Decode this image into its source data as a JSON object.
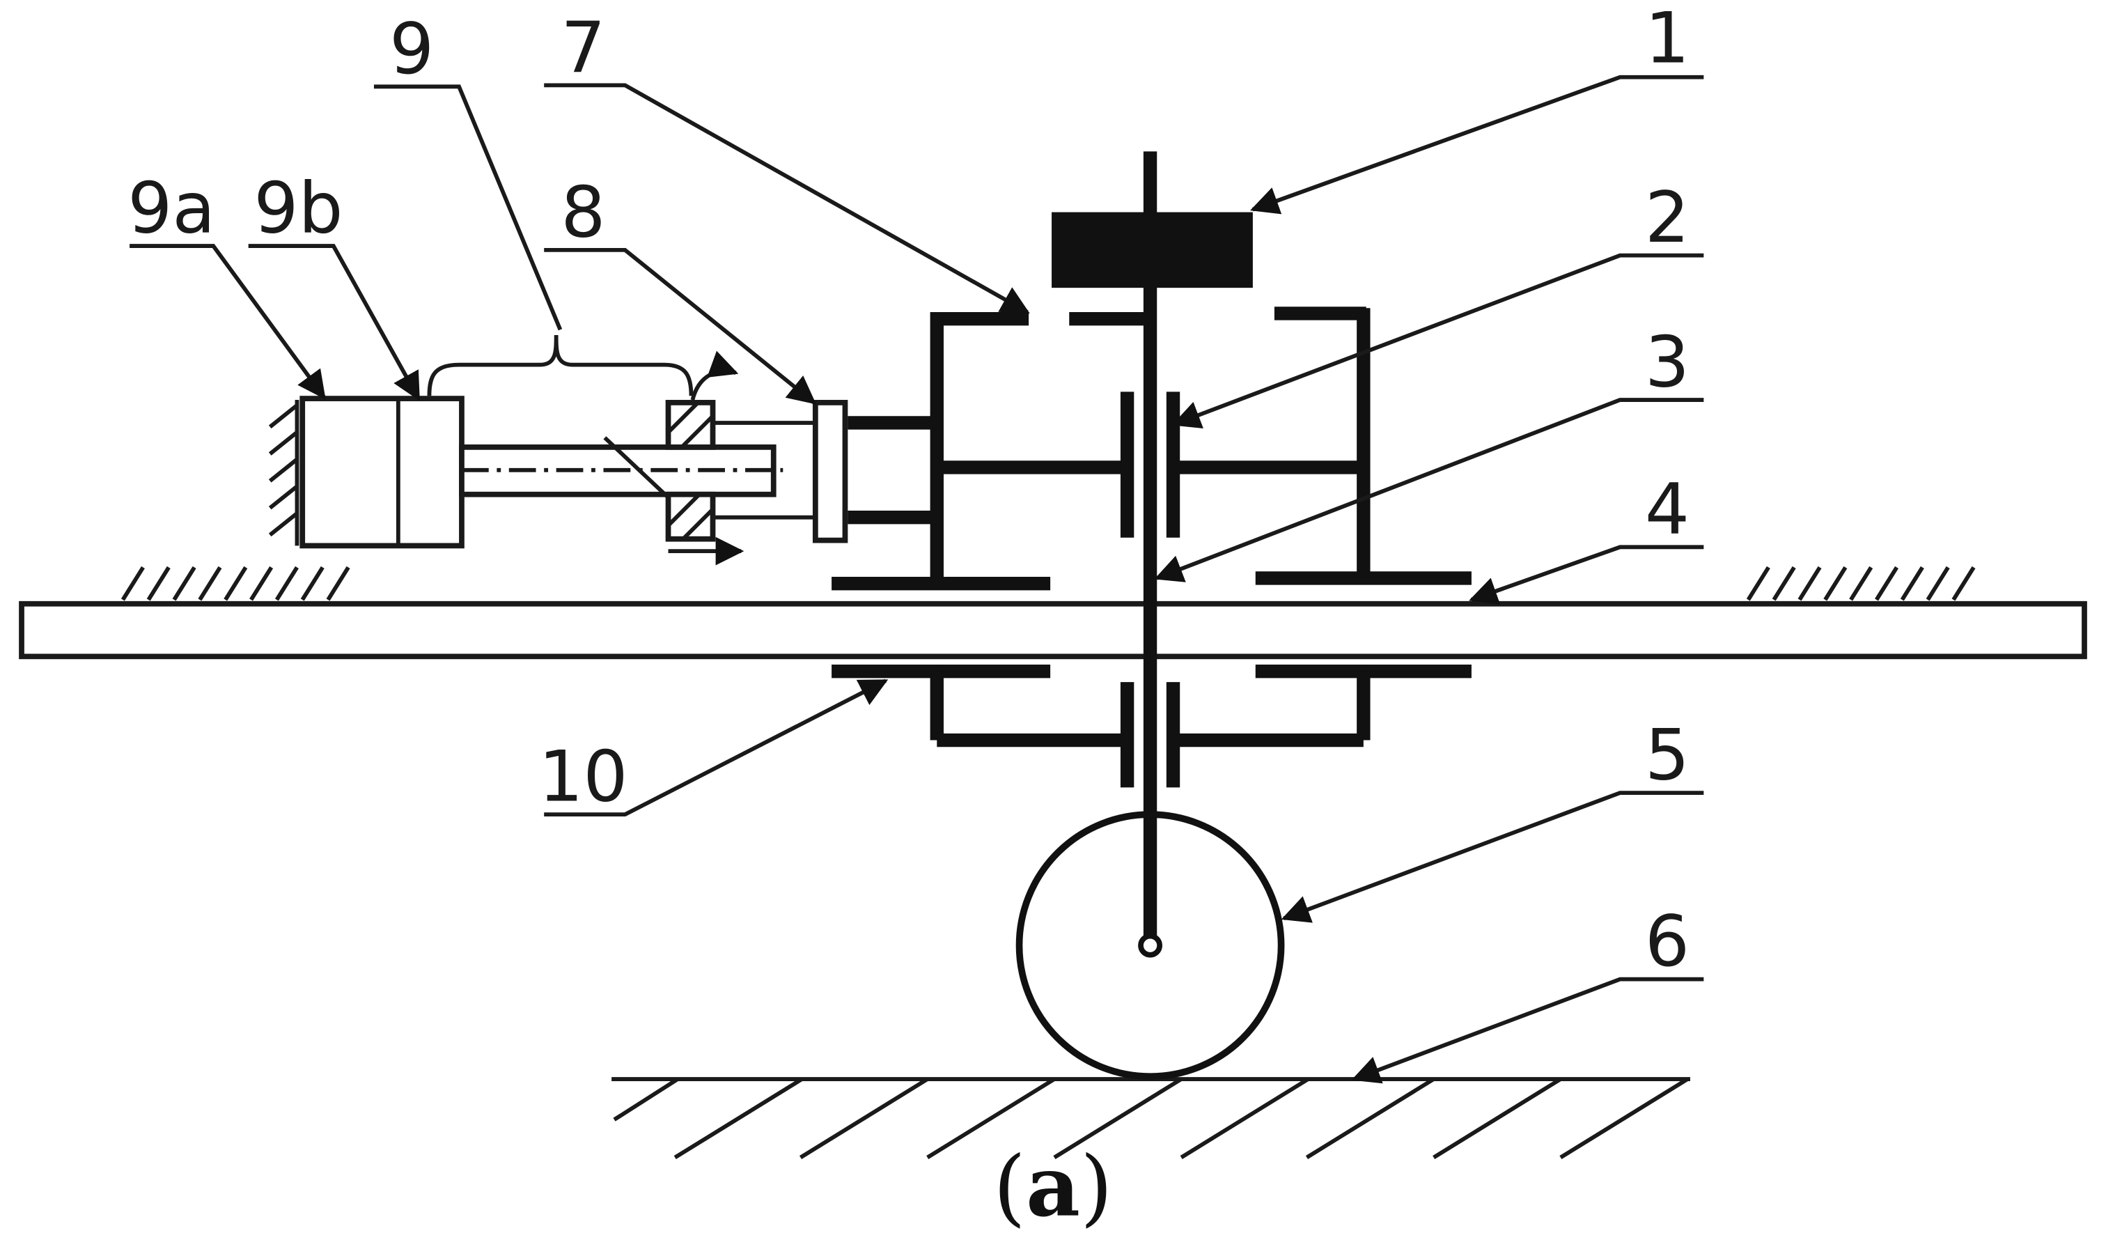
{
  "figure": {
    "labels": {
      "l1": "1",
      "l2": "2",
      "l3": "3",
      "l4": "4",
      "l5": "5",
      "l6": "6",
      "l7": "7",
      "l8": "8",
      "l9": "9",
      "l9a": "9a",
      "l9b": "9b",
      "l10": "10"
    },
    "caption": {
      "open": "(",
      "letter": "a",
      "close": ")"
    }
  }
}
